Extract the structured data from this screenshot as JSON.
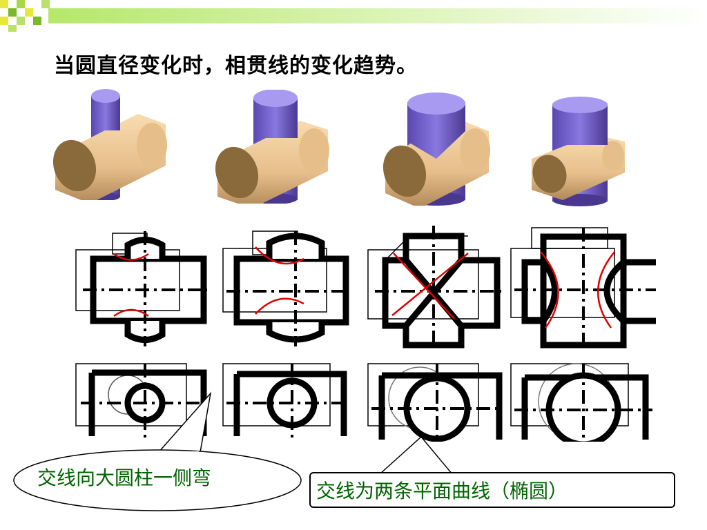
{
  "slide": {
    "title": "当圆直径变化时，相贯线的变化趋势。",
    "callouts": {
      "left": "交线向大圆柱一侧弯",
      "right": "交线为两条平面曲线（椭圆）"
    }
  },
  "colors": {
    "banner_green": "#8FD43A",
    "small_cylinder": "#8878E0",
    "large_cylinder": "#E6BE8A",
    "intersection_line": "#E00000",
    "callout_text": "#006400"
  }
}
